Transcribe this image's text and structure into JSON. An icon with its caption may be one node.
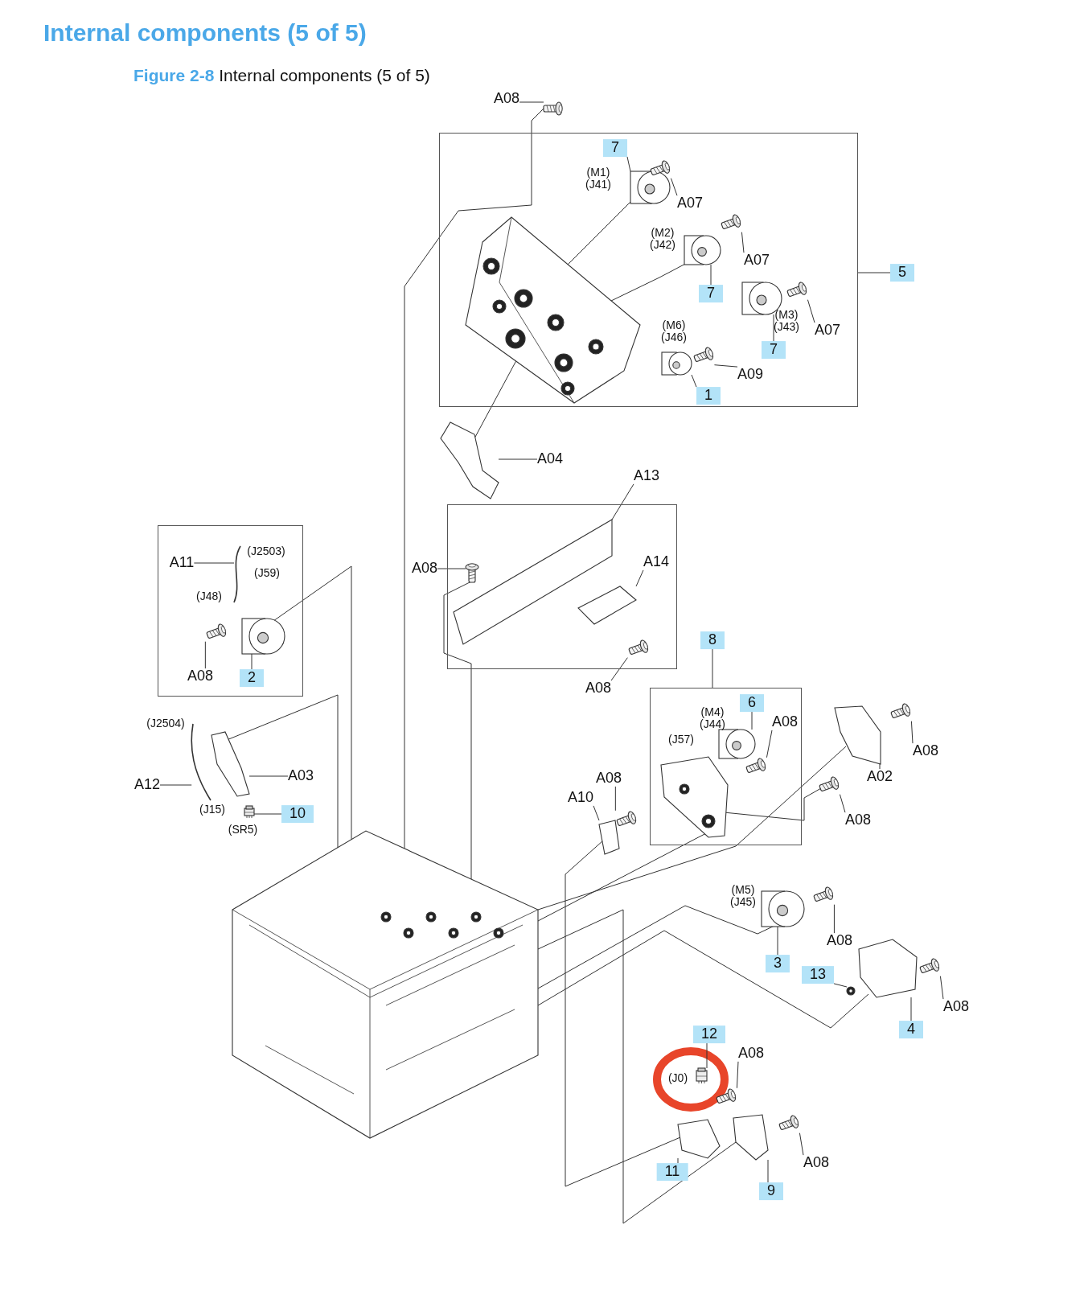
{
  "diagram": {
    "title": "Internal components (5 of 5)",
    "caption": "**Figure 2-8** Internal components (5 of 5)",
    "nodes": [
      {
        "text": [],
        "shape": "box"
      },
      {
        "text": [
          "A08"
        ]
      },
      {
        "text": [
          "7"
        ],
        "in": 0
      },
      {
        "text": [
          "A07"
        ],
        "in": 0
      },
      {
        "text": [
          "A07"
        ],
        "in": 0
      },
      {
        "text": [
          "7"
        ],
        "in": 0
      },
      {
        "text": [
          "A07"
        ],
        "in": 0
      },
      {
        "text": [
          "7"
        ],
        "in": 0
      },
      {
        "text": [
          "A09"
        ],
        "in": 0
      },
      {
        "text": [
          "1"
        ],
        "in": 0
      },
      {
        "text": [
          "5"
        ]
      },
      {
        "text": [
          "A04"
        ]
      },
      {
        "text": [],
        "shape": "box"
      },
      {
        "text": [
          "A11"
        ],
        "in": 12
      },
      {
        "text": [
          "A08"
        ],
        "in": 12
      },
      {
        "text": [
          "2"
        ],
        "in": 12
      },
      {
        "text": [],
        "shape": "box"
      },
      {
        "text": [
          "A13"
        ]
      },
      {
        "text": [
          "A08"
        ]
      },
      {
        "text": [
          "A14"
        ],
        "in": 16
      },
      {
        "text": [
          "A08"
        ]
      },
      {
        "text": [
          "A12"
        ]
      },
      {
        "text": [
          "A03"
        ]
      },
      {
        "text": [
          "10"
        ]
      },
      {
        "text": [
          "8"
        ]
      },
      {
        "text": [],
        "shape": "box"
      },
      {
        "text": [
          "6"
        ],
        "in": 25
      },
      {
        "text": [
          "A08"
        ],
        "in": 25
      },
      {
        "text": [
          "A10"
        ]
      },
      {
        "text": [
          "A08"
        ]
      },
      {
        "text": [
          "A02"
        ]
      },
      {
        "text": [
          "A08"
        ]
      },
      {
        "text": [
          "A08"
        ]
      },
      {
        "text": [
          "3"
        ]
      },
      {
        "text": [
          "A08"
        ]
      },
      {
        "text": [
          "13"
        ]
      },
      {
        "text": [
          "4"
        ]
      },
      {
        "text": [
          "A08"
        ]
      },
      {
        "text": [
          "12"
        ]
      },
      {
        "text": [
          "A08"
        ]
      },
      {
        "text": [
          "11"
        ]
      },
      {
        "text": [
          "9"
        ]
      },
      {
        "text": [
          "A08"
        ]
      },
      {
        "text": [],
        "shape": "picture"
      },
      {
        "text": [],
        "shape": "picture",
        "in": 0
      },
      {
        "text": [],
        "shape": "picture",
        "in": 0
      },
      {
        "text": [],
        "shape": "picture",
        "in": 0
      },
      {
        "text": [],
        "shape": "picture",
        "in": 0
      },
      {
        "text": [],
        "shape": "picture",
        "in": 0
      },
      {
        "text": [],
        "shape": "picture",
        "in": 0
      },
      {
        "text": [],
        "shape": "picture",
        "in": 0
      },
      {
        "text": [],
        "shape": "picture",
        "in": 0
      },
      {
        "text": [],
        "shape": "picture"
      },
      {
        "text": [],
        "shape": "picture",
        "in": 12
      },
      {
        "text": [],
        "shape": "picture",
        "in": 12
      },
      {
        "text": [],
        "shape": "picture",
        "in": 12
      },
      {
        "text": [],
        "shape": "picture",
        "in": 16
      },
      {
        "text": [],
        "shape": "picture",
        "in": 16
      },
      {
        "text": [],
        "shape": "picture",
        "in": 16
      },
      {
        "text": [],
        "shape": "picture",
        "in": 16
      },
      {
        "text": [],
        "shape": "picture"
      },
      {
        "text": [],
        "shape": "picture"
      },
      {
        "text": [],
        "shape": "picture"
      },
      {
        "text": [],
        "shape": "picture",
        "in": 25
      },
      {
        "text": [],
        "shape": "picture",
        "in": 25
      },
      {
        "text": [],
        "shape": "picture"
      },
      {
        "text": [],
        "shape": "picture"
      },
      {
        "text": [],
        "shape": "picture"
      },
      {
        "text": [],
        "shape": "picture"
      },
      {
        "text": [],
        "shape": "picture"
      },
      {
        "text": [],
        "shape": "picture"
      },
      {
        "text": [],
        "shape": "picture"
      },
      {
        "text": [],
        "shape": "picture"
      },
      {
        "text": [],
        "shape": "picture"
      },
      {
        "text": [],
        "shape": "picture"
      },
      {
        "text": [],
        "shape": "picture"
      },
      {
        "text": [],
        "shape": "picture"
      },
      {
        "text": [],
        "shape": "picture"
      },
      {
        "text": [],
        "shape": "picture"
      },
      {
        "text": [],
        "shape": "picture"
      },
      {
        "text": [],
        "shape": "picture"
      },
      {
        "text": [],
        "shape": "picture",
        "in": 0
      },
      {
        "text": [],
        "shape": "picture",
        "in": 25
      }
    ],
    "edges": [
      {
        "from": 1,
        "to": 43,
        "arrow": "none"
      },
      {
        "from": 2,
        "to": 44,
        "arrow": "none"
      },
      {
        "from": 3,
        "to": 45,
        "arrow": "none"
      },
      {
        "from": 4,
        "to": 46,
        "arrow": "none"
      },
      {
        "from": 5,
        "to": 47,
        "arrow": "none"
      },
      {
        "from": 6,
        "to": 48,
        "arrow": "none"
      },
      {
        "from": 7,
        "to": 49,
        "arrow": "none"
      },
      {
        "from": 8,
        "to": 50,
        "arrow": "none"
      },
      {
        "from": 9,
        "to": 51,
        "arrow": "none"
      },
      {
        "from": 10,
        "to": 0,
        "arrow": "none"
      },
      {
        "from": 11,
        "to": 52,
        "arrow": "none"
      },
      {
        "from": 13,
        "to": 53,
        "arrow": "none"
      },
      {
        "from": 14,
        "to": 54,
        "arrow": "none"
      },
      {
        "from": 15,
        "to": 55,
        "arrow": "none"
      },
      {
        "from": 17,
        "to": 56,
        "arrow": "none"
      },
      {
        "from": 18,
        "to": 57,
        "arrow": "none"
      },
      {
        "from": 19,
        "to": 58,
        "arrow": "none"
      },
      {
        "from": 20,
        "to": 59,
        "arrow": "none"
      },
      {
        "from": 21,
        "to": 60,
        "arrow": "none"
      },
      {
        "from": 22,
        "to": 61,
        "arrow": "none"
      },
      {
        "from": 23,
        "to": 62,
        "arrow": "none"
      },
      {
        "from": 24,
        "to": 25,
        "arrow": "none"
      },
      {
        "from": 26,
        "to": 63,
        "arrow": "none"
      },
      {
        "from": 27,
        "to": 64,
        "arrow": "none"
      },
      {
        "from": 28,
        "to": 65,
        "arrow": "none"
      },
      {
        "from": 29,
        "to": 66,
        "arrow": "none"
      },
      {
        "from": 30,
        "to": 67,
        "arrow": "none"
      },
      {
        "from": 31,
        "to": 68,
        "arrow": "none"
      },
      {
        "from": 32,
        "to": 69,
        "arrow": "none"
      },
      {
        "from": 33,
        "to": 70,
        "arrow": "none"
      },
      {
        "from": 34,
        "to": 71,
        "arrow": "none"
      },
      {
        "from": 35,
        "to": 72,
        "arrow": "none"
      },
      {
        "from": 36,
        "to": 73,
        "arrow": "none"
      },
      {
        "from": 37,
        "to": 74,
        "arrow": "none"
      },
      {
        "from": 38,
        "to": 75,
        "arrow": "none"
      },
      {
        "from": 39,
        "to": 76,
        "arrow": "none"
      },
      {
        "from": 40,
        "to": 77,
        "arrow": "none"
      },
      {
        "from": 41,
        "to": 78,
        "arrow": "none"
      },
      {
        "from": 42,
        "to": 79,
        "arrow": "none"
      },
      {
        "from": 65,
        "to": 77,
        "arrow": "none"
      },
      {
        "from": 43,
        "to": 80,
        "arrow": "none"
      },
      {
        "from": 81,
        "to": 52,
        "arrow": "none"
      },
      {
        "from": 44,
        "to": 81,
        "arrow": "none"
      },
      {
        "from": 47,
        "to": 81,
        "arrow": "none"
      },
      {
        "from": 55,
        "to": 80,
        "arrow": "none"
      },
      {
        "from": 61,
        "to": 80,
        "arrow": "none"
      },
      {
        "from": 57,
        "to": 80,
        "arrow": "none"
      },
      {
        "from": 67,
        "to": 80,
        "arrow": "none"
      },
      {
        "from": 69,
        "to": 82,
        "arrow": "none"
      },
      {
        "from": 82,
        "to": 80,
        "arrow": "none"
      },
      {
        "from": 70,
        "to": 80,
        "arrow": "none"
      },
      {
        "from": 73,
        "to": 80,
        "arrow": "none"
      },
      {
        "from": 78,
        "to": 80,
        "arrow": "none"
      }
    ],
    "labels": [
      "(M1) (J41)",
      "(M2) (J42)",
      "(M3) (J43)",
      "(M6) (J46)",
      "(J2503)",
      "(J59)",
      "(J48)",
      "(J2504)",
      "(M4) (J44)",
      "(J57)",
      "(J15)",
      "(SR5)",
      "(M5) (J45)",
      "(J0)"
    ]
  }
}
